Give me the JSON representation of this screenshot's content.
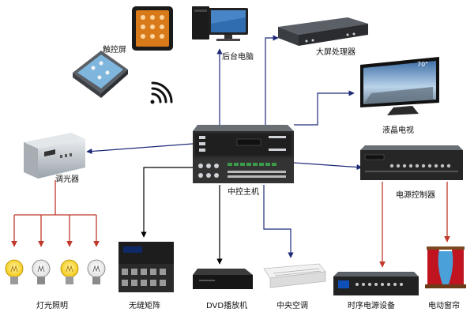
{
  "labels": {
    "touch_screen": "触控屏",
    "backend_pc": "后台电脑",
    "video_processor": "大屏处理器",
    "lcd_tv": "液晶电视",
    "dimmer": "调光器",
    "central_host": "中控主机",
    "power_controller": "电源控制器",
    "lighting": "灯光照明",
    "seamless_matrix": "无缝矩阵",
    "dvd_player": "DVD播放机",
    "central_ac": "中央空调",
    "sequencer": "时序电源设备",
    "curtain": "电动窗帘"
  },
  "tv_badge": "70\"",
  "colors": {
    "line_blue": "#1e2a78",
    "line_red": "#c0392b",
    "line_black": "#000000",
    "device_dark": "#2b2b2b"
  },
  "icons": [
    "wifi-icon",
    "light-bulb-icon",
    "curtain-icon",
    "tablet-icon",
    "monitor-icon"
  ]
}
